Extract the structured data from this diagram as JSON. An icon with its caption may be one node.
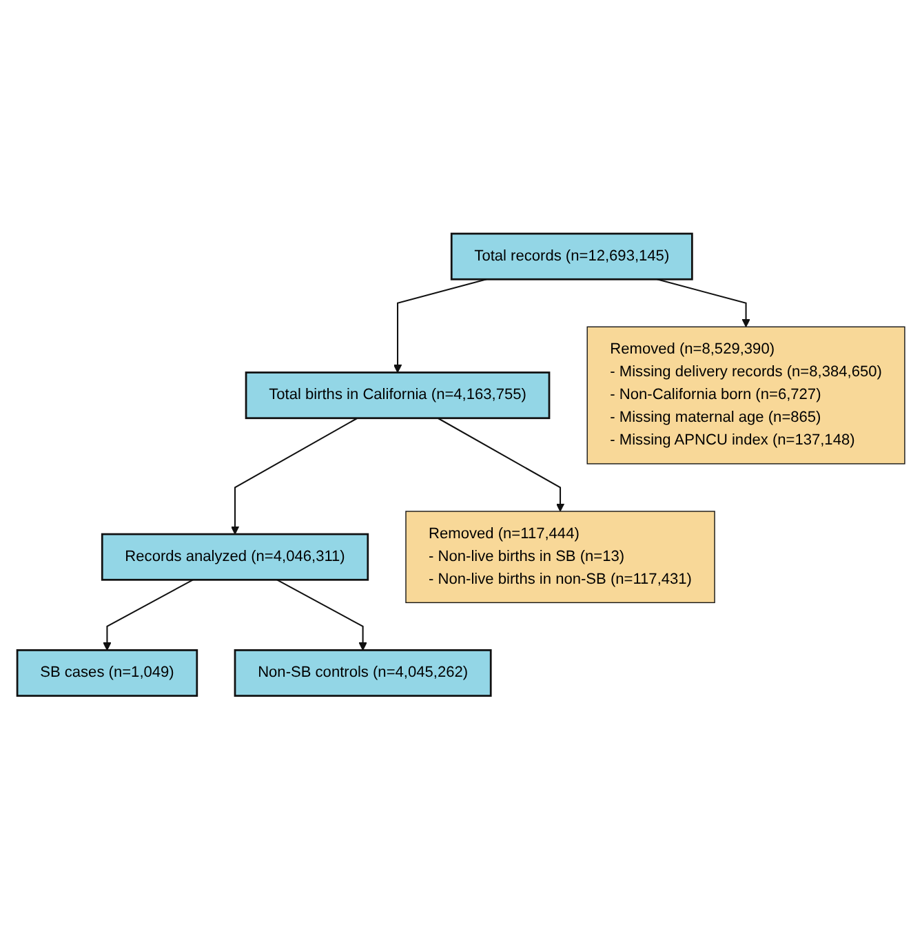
{
  "diagram": {
    "nodes": [
      {
        "text": [
          "Total records (n=12,693,145)"
        ]
      },
      {
        "text": [
          "Removed (n=8,529,390)",
          "- Missing delivery records (n=8,384,650)",
          "- Non-California born (n=6,727)",
          "- Missing maternal age (n=865)",
          "- Missing APNCU index (n=137,148)"
        ]
      },
      {
        "text": [
          "Total births in California (n=4,163,755)"
        ]
      },
      {
        "text": [
          "Removed (n=117,444)",
          "- Non-live births in SB (n=13)",
          "- Non-live births in non-SB (n=117,431)"
        ]
      },
      {
        "text": [
          "Records analyzed (n=4,046,311)"
        ]
      },
      {
        "text": [
          "SB cases (n=1,049)"
        ]
      },
      {
        "text": [
          "Non-SB controls (n=4,045,262)"
        ]
      }
    ],
    "edges": [
      {
        "from": 0,
        "to": 1,
        "arrow": "to"
      },
      {
        "from": 0,
        "to": 2,
        "arrow": "to"
      },
      {
        "from": 2,
        "to": 3,
        "arrow": "to"
      },
      {
        "from": 2,
        "to": 4,
        "arrow": "to"
      },
      {
        "from": 4,
        "to": 5,
        "arrow": "to"
      },
      {
        "from": 4,
        "to": 6,
        "arrow": "to"
      }
    ]
  }
}
